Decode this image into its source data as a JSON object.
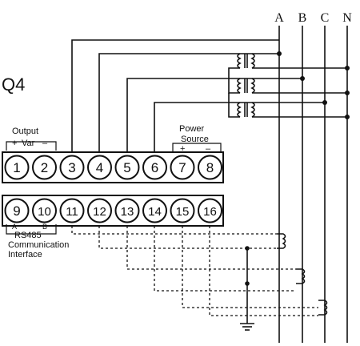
{
  "model": "Q4",
  "phases": [
    {
      "label": "A"
    },
    {
      "label": "B"
    },
    {
      "label": "C"
    },
    {
      "label": "N"
    }
  ],
  "output": {
    "title": "Output",
    "plus": "+",
    "var": "Var",
    "minus": "–"
  },
  "power": {
    "title_1": "Power",
    "title_2": "Source",
    "plus": "+",
    "minus": "–"
  },
  "rs485": {
    "a": "A",
    "b": "B",
    "title": "RS485",
    "line1": "Communication",
    "line2": "Interface"
  },
  "terminals_top": [
    "1",
    "2",
    "3",
    "4",
    "5",
    "6",
    "7",
    "8"
  ],
  "terminals_bottom": [
    "9",
    "10",
    "11",
    "12",
    "13",
    "14",
    "15",
    "16"
  ]
}
